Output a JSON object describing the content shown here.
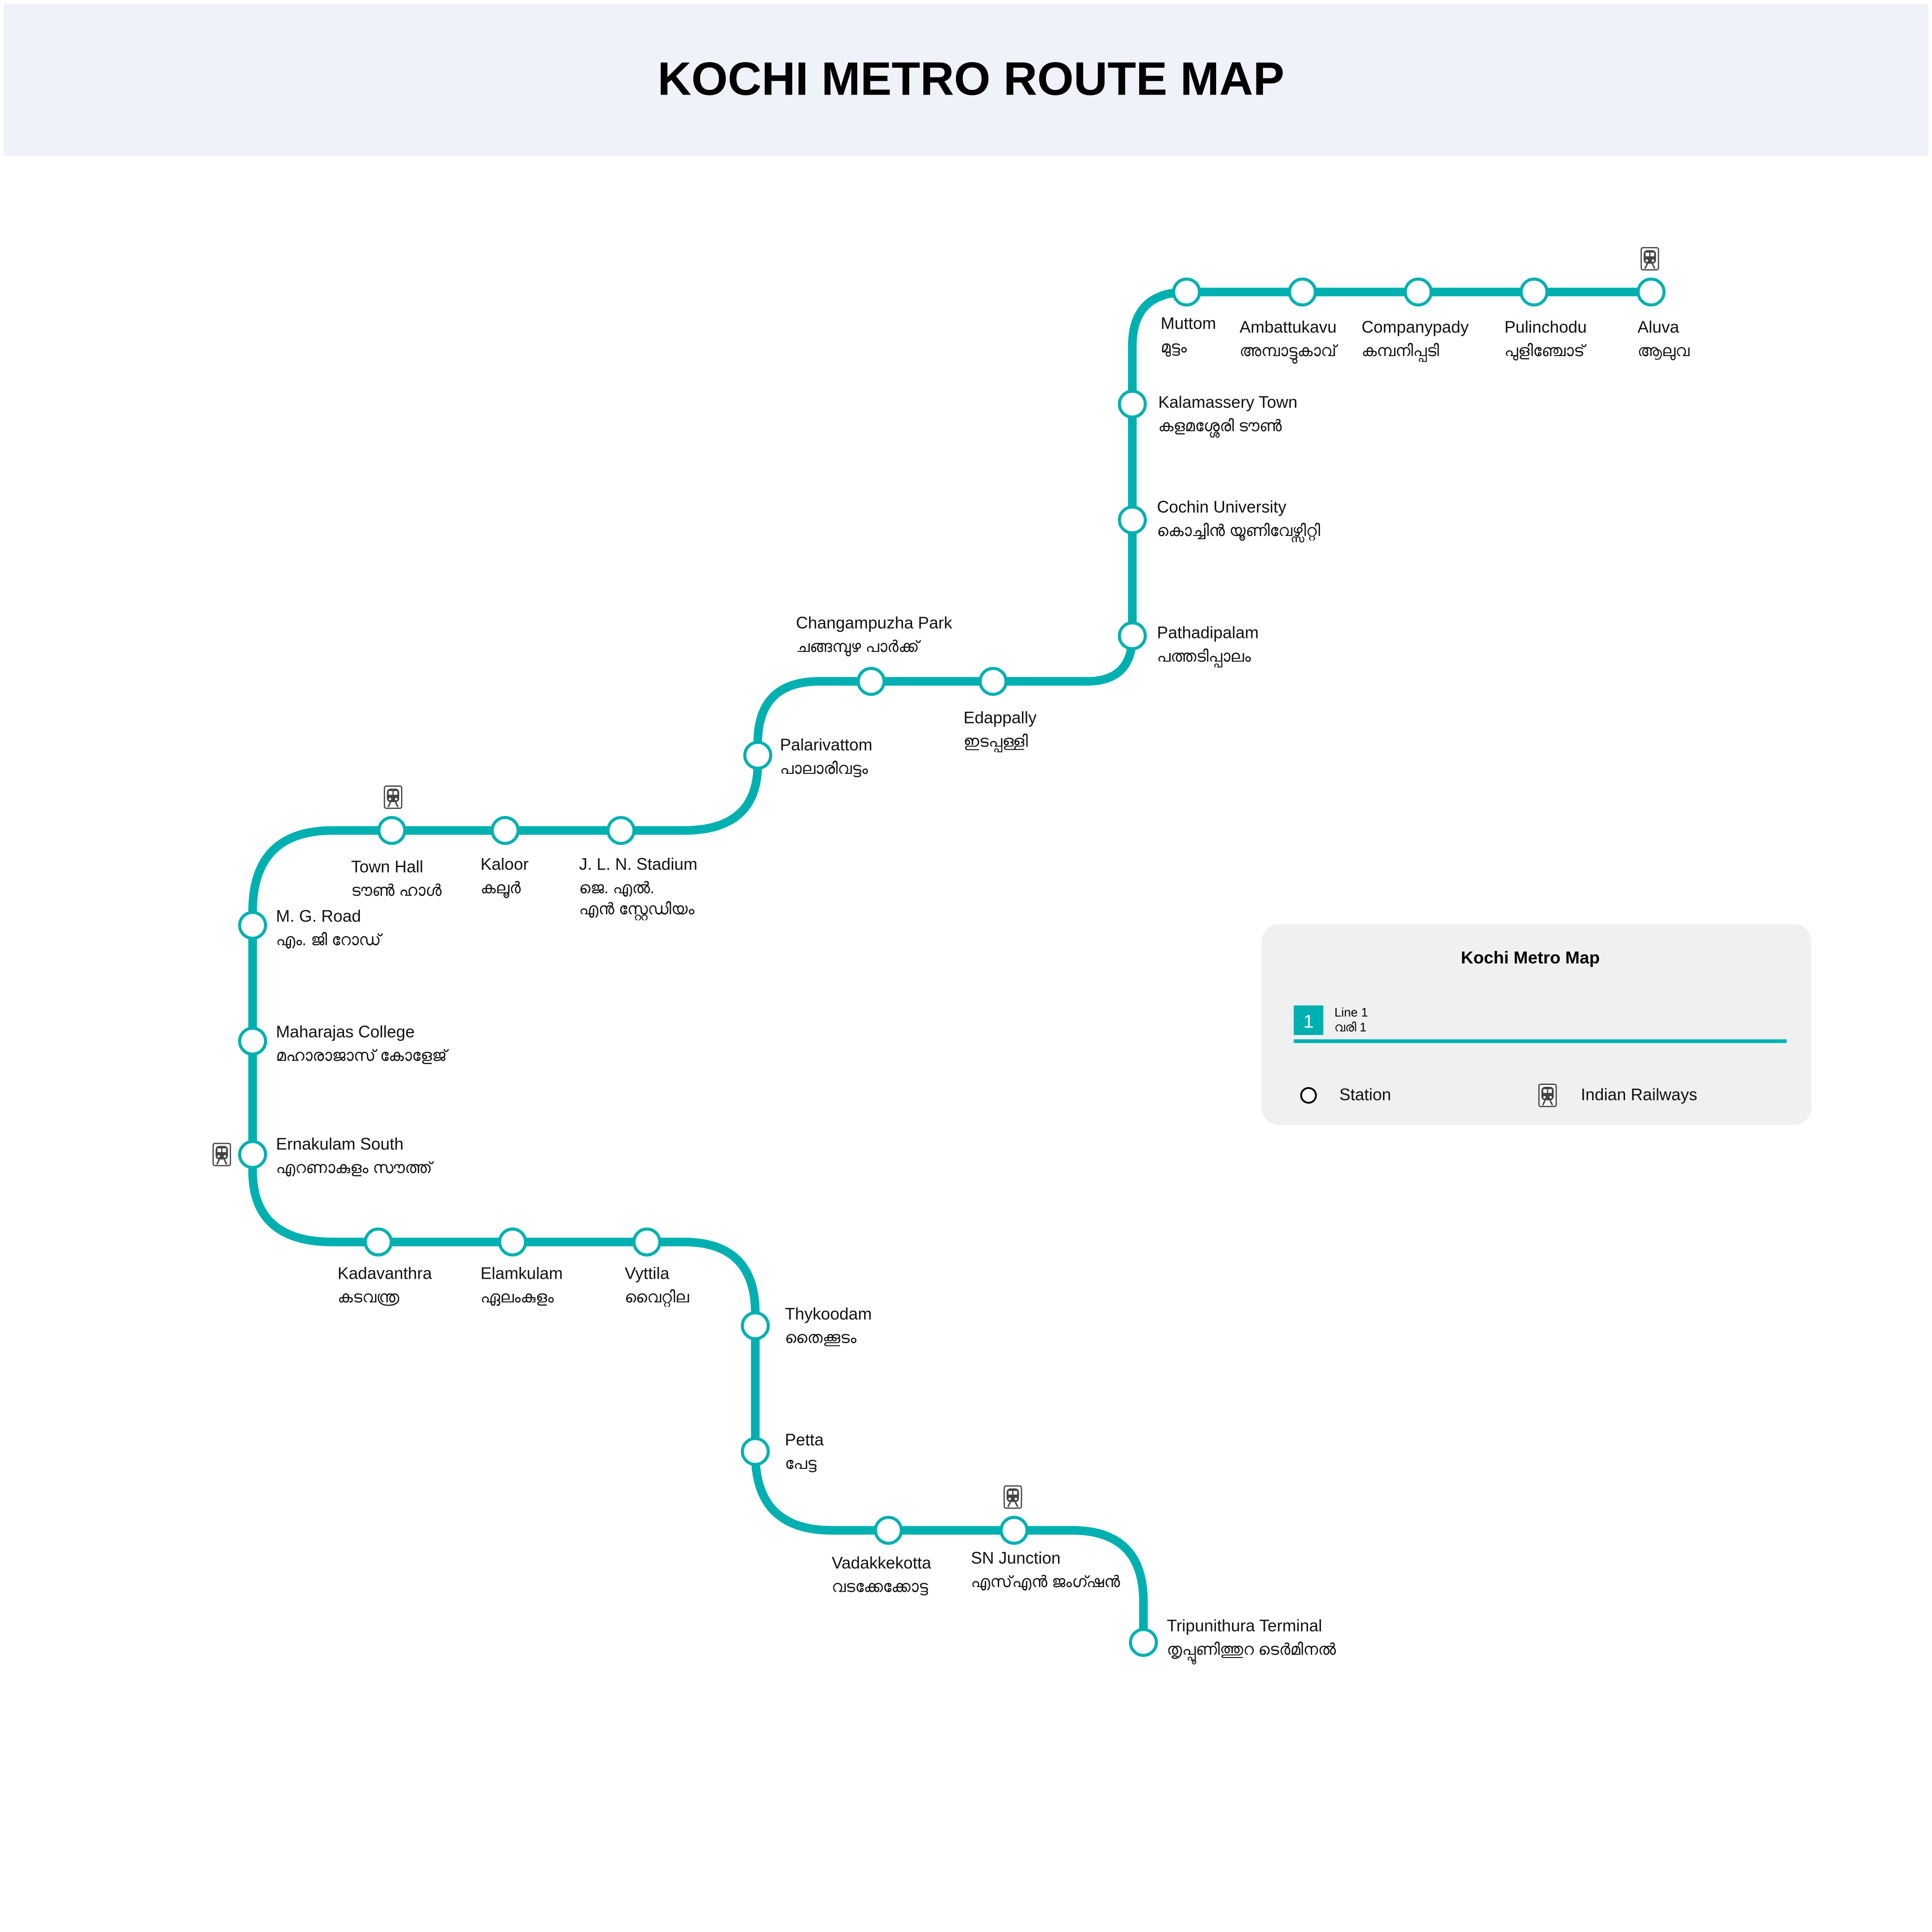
{
  "header": {
    "title": "KOCHI METRO ROUTE MAP"
  },
  "colors": {
    "line": "#00b0b0",
    "header_bg": "#eff3f9",
    "legend_bg": "#f0f0f0",
    "station_fill": "#ffffff"
  },
  "stations": [
    {
      "en": "Aluva",
      "ml": "ആലുവ",
      "railway": true
    },
    {
      "en": "Pulinchodu",
      "ml": "പുളിഞ്ചോട്",
      "railway": false
    },
    {
      "en": "Companypady",
      "ml": "കമ്പനിപ്പടി",
      "railway": false
    },
    {
      "en": "Ambattukavu",
      "ml": "അമ്പാട്ടുകാവ്",
      "railway": false
    },
    {
      "en": "Muttom",
      "ml": "മുട്ടം",
      "railway": false
    },
    {
      "en": "Kalamassery Town",
      "ml": "കളമശ്ശേരി ടൗൺ",
      "railway": false
    },
    {
      "en": "Cochin University",
      "ml": "കൊച്ചിൻ യൂണിവേഴ്സിറ്റി",
      "railway": false
    },
    {
      "en": "Pathadipalam",
      "ml": "പത്തടിപ്പാലം",
      "railway": false
    },
    {
      "en": "Edappally",
      "ml": "ഇടപ്പള്ളി",
      "railway": false
    },
    {
      "en": "Changampuzha Park",
      "ml": "ചങ്ങമ്പുഴ പാർക്ക്",
      "railway": false
    },
    {
      "en": "Palarivattom",
      "ml": "പാലാരിവട്ടം",
      "railway": false
    },
    {
      "en": "J. L. N. Stadium",
      "ml": "ജെ. എൽ.\nഎൻ സ്റ്റേഡിയം",
      "railway": false
    },
    {
      "en": "Kaloor",
      "ml": "കലൂർ",
      "railway": false
    },
    {
      "en": "Town Hall",
      "ml": "ടൗൺ ഹാൾ",
      "railway": true
    },
    {
      "en": "M. G. Road",
      "ml": "എം. ജി റോഡ്",
      "railway": false
    },
    {
      "en": "Maharajas College",
      "ml": "മഹാരാജാസ് കോളേജ്",
      "railway": false
    },
    {
      "en": "Ernakulam South",
      "ml": "എറണാകുളം സൗത്ത്",
      "railway": true
    },
    {
      "en": "Kadavanthra",
      "ml": "കടവന്ത്ര",
      "railway": false
    },
    {
      "en": "Elamkulam",
      "ml": "ഏലംകുളം",
      "railway": false
    },
    {
      "en": "Vyttila",
      "ml": "വൈറ്റില",
      "railway": false
    },
    {
      "en": "Thykoodam",
      "ml": "തൈക്കൂടം",
      "railway": false
    },
    {
      "en": "Petta",
      "ml": "പേട്ട",
      "railway": false
    },
    {
      "en": "Vadakkekotta",
      "ml": "വടക്കേക്കോട്ട",
      "railway": false
    },
    {
      "en": "SN Junction",
      "ml": "എസ്എൻ ജംഗ്ഷൻ",
      "railway": true
    },
    {
      "en": "Tripunithura Terminal",
      "ml": "തൃപ്പൂണിത്തുറ ടെർമിനൽ",
      "railway": false
    }
  ],
  "legend": {
    "title": "Kochi Metro Map",
    "line_number": "1",
    "line_en": "Line 1",
    "line_ml": "വരി 1",
    "station_label": "Station",
    "railway_label": "Indian Railways"
  }
}
